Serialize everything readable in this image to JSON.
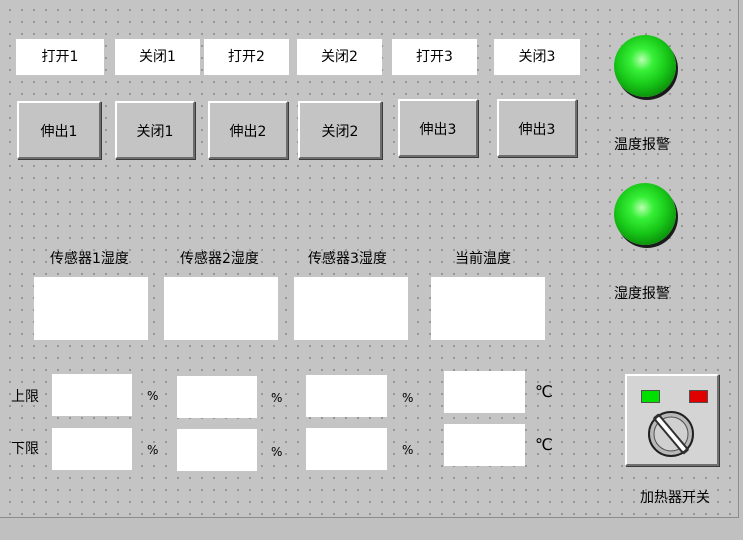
{
  "top_labels": [
    "打开1",
    "关闭1",
    "打开2",
    "关闭2",
    "打开3",
    "关闭3"
  ],
  "buttons": [
    "伸出1",
    "关闭1",
    "伸出2",
    "关闭2",
    "伸出3",
    "伸出3"
  ],
  "alarms": {
    "temperature": "温度报警",
    "humidity": "湿度报警",
    "lamp_color": "#2ee62e"
  },
  "sensors": {
    "headers": [
      "传感器1湿度",
      "传感器2湿度",
      "传感器3湿度",
      "当前温度"
    ],
    "values": [
      "",
      "",
      "",
      ""
    ]
  },
  "limits": {
    "upper_label": "上限",
    "lower_label": "下限",
    "units": [
      "%",
      "%",
      "%",
      "℃"
    ],
    "upper_values": [
      "",
      "",
      "",
      ""
    ],
    "lower_values": [
      "",
      "",
      "",
      ""
    ]
  },
  "heater": {
    "label": "加热器开关",
    "on_color": "#00e000",
    "off_color": "#e00000"
  }
}
